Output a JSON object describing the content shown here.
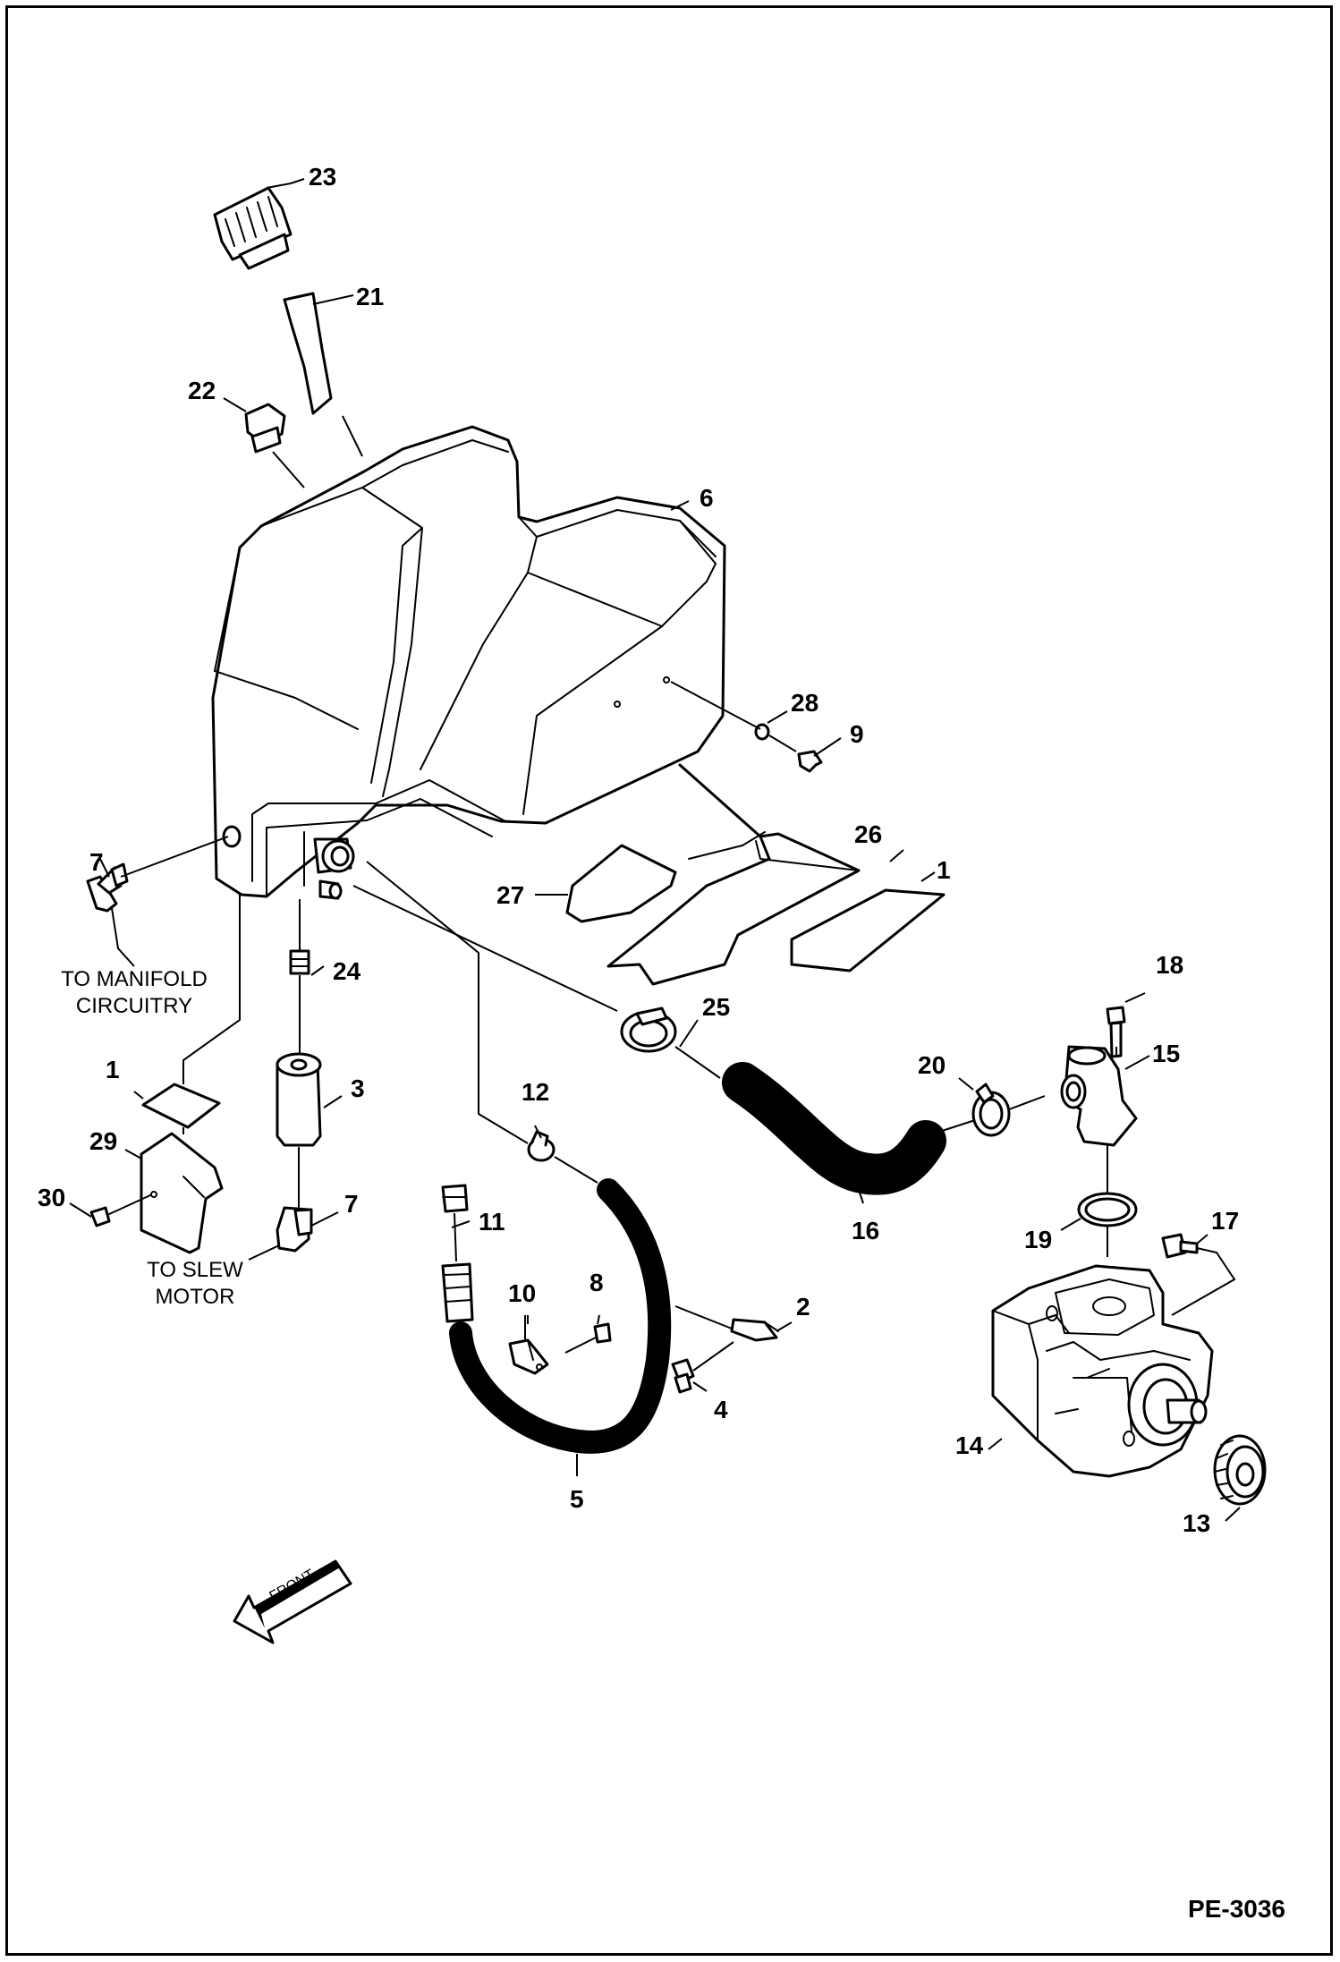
{
  "drawing_code": "PE-3036",
  "front_label": "FRONT",
  "notes": {
    "to_manifold_line1": "TO MANIFOLD",
    "to_manifold_line2": "CIRCUITRY",
    "to_slew_line1": "TO SLEW",
    "to_slew_line2": "MOTOR"
  },
  "callouts": {
    "c1a": "1",
    "c1b": "1",
    "c2": "2",
    "c3": "3",
    "c4": "4",
    "c5": "5",
    "c6": "6",
    "c7a": "7",
    "c7b": "7",
    "c8": "8",
    "c9": "9",
    "c10": "10",
    "c11": "11",
    "c12": "12",
    "c13": "13",
    "c14": "14",
    "c15": "15",
    "c16": "16",
    "c17": "17",
    "c18": "18",
    "c19": "19",
    "c20": "20",
    "c21": "21",
    "c22": "22",
    "c23": "23",
    "c24": "24",
    "c25": "25",
    "c26": "26",
    "c27": "27",
    "c28": "28",
    "c29": "29",
    "c30": "30"
  }
}
